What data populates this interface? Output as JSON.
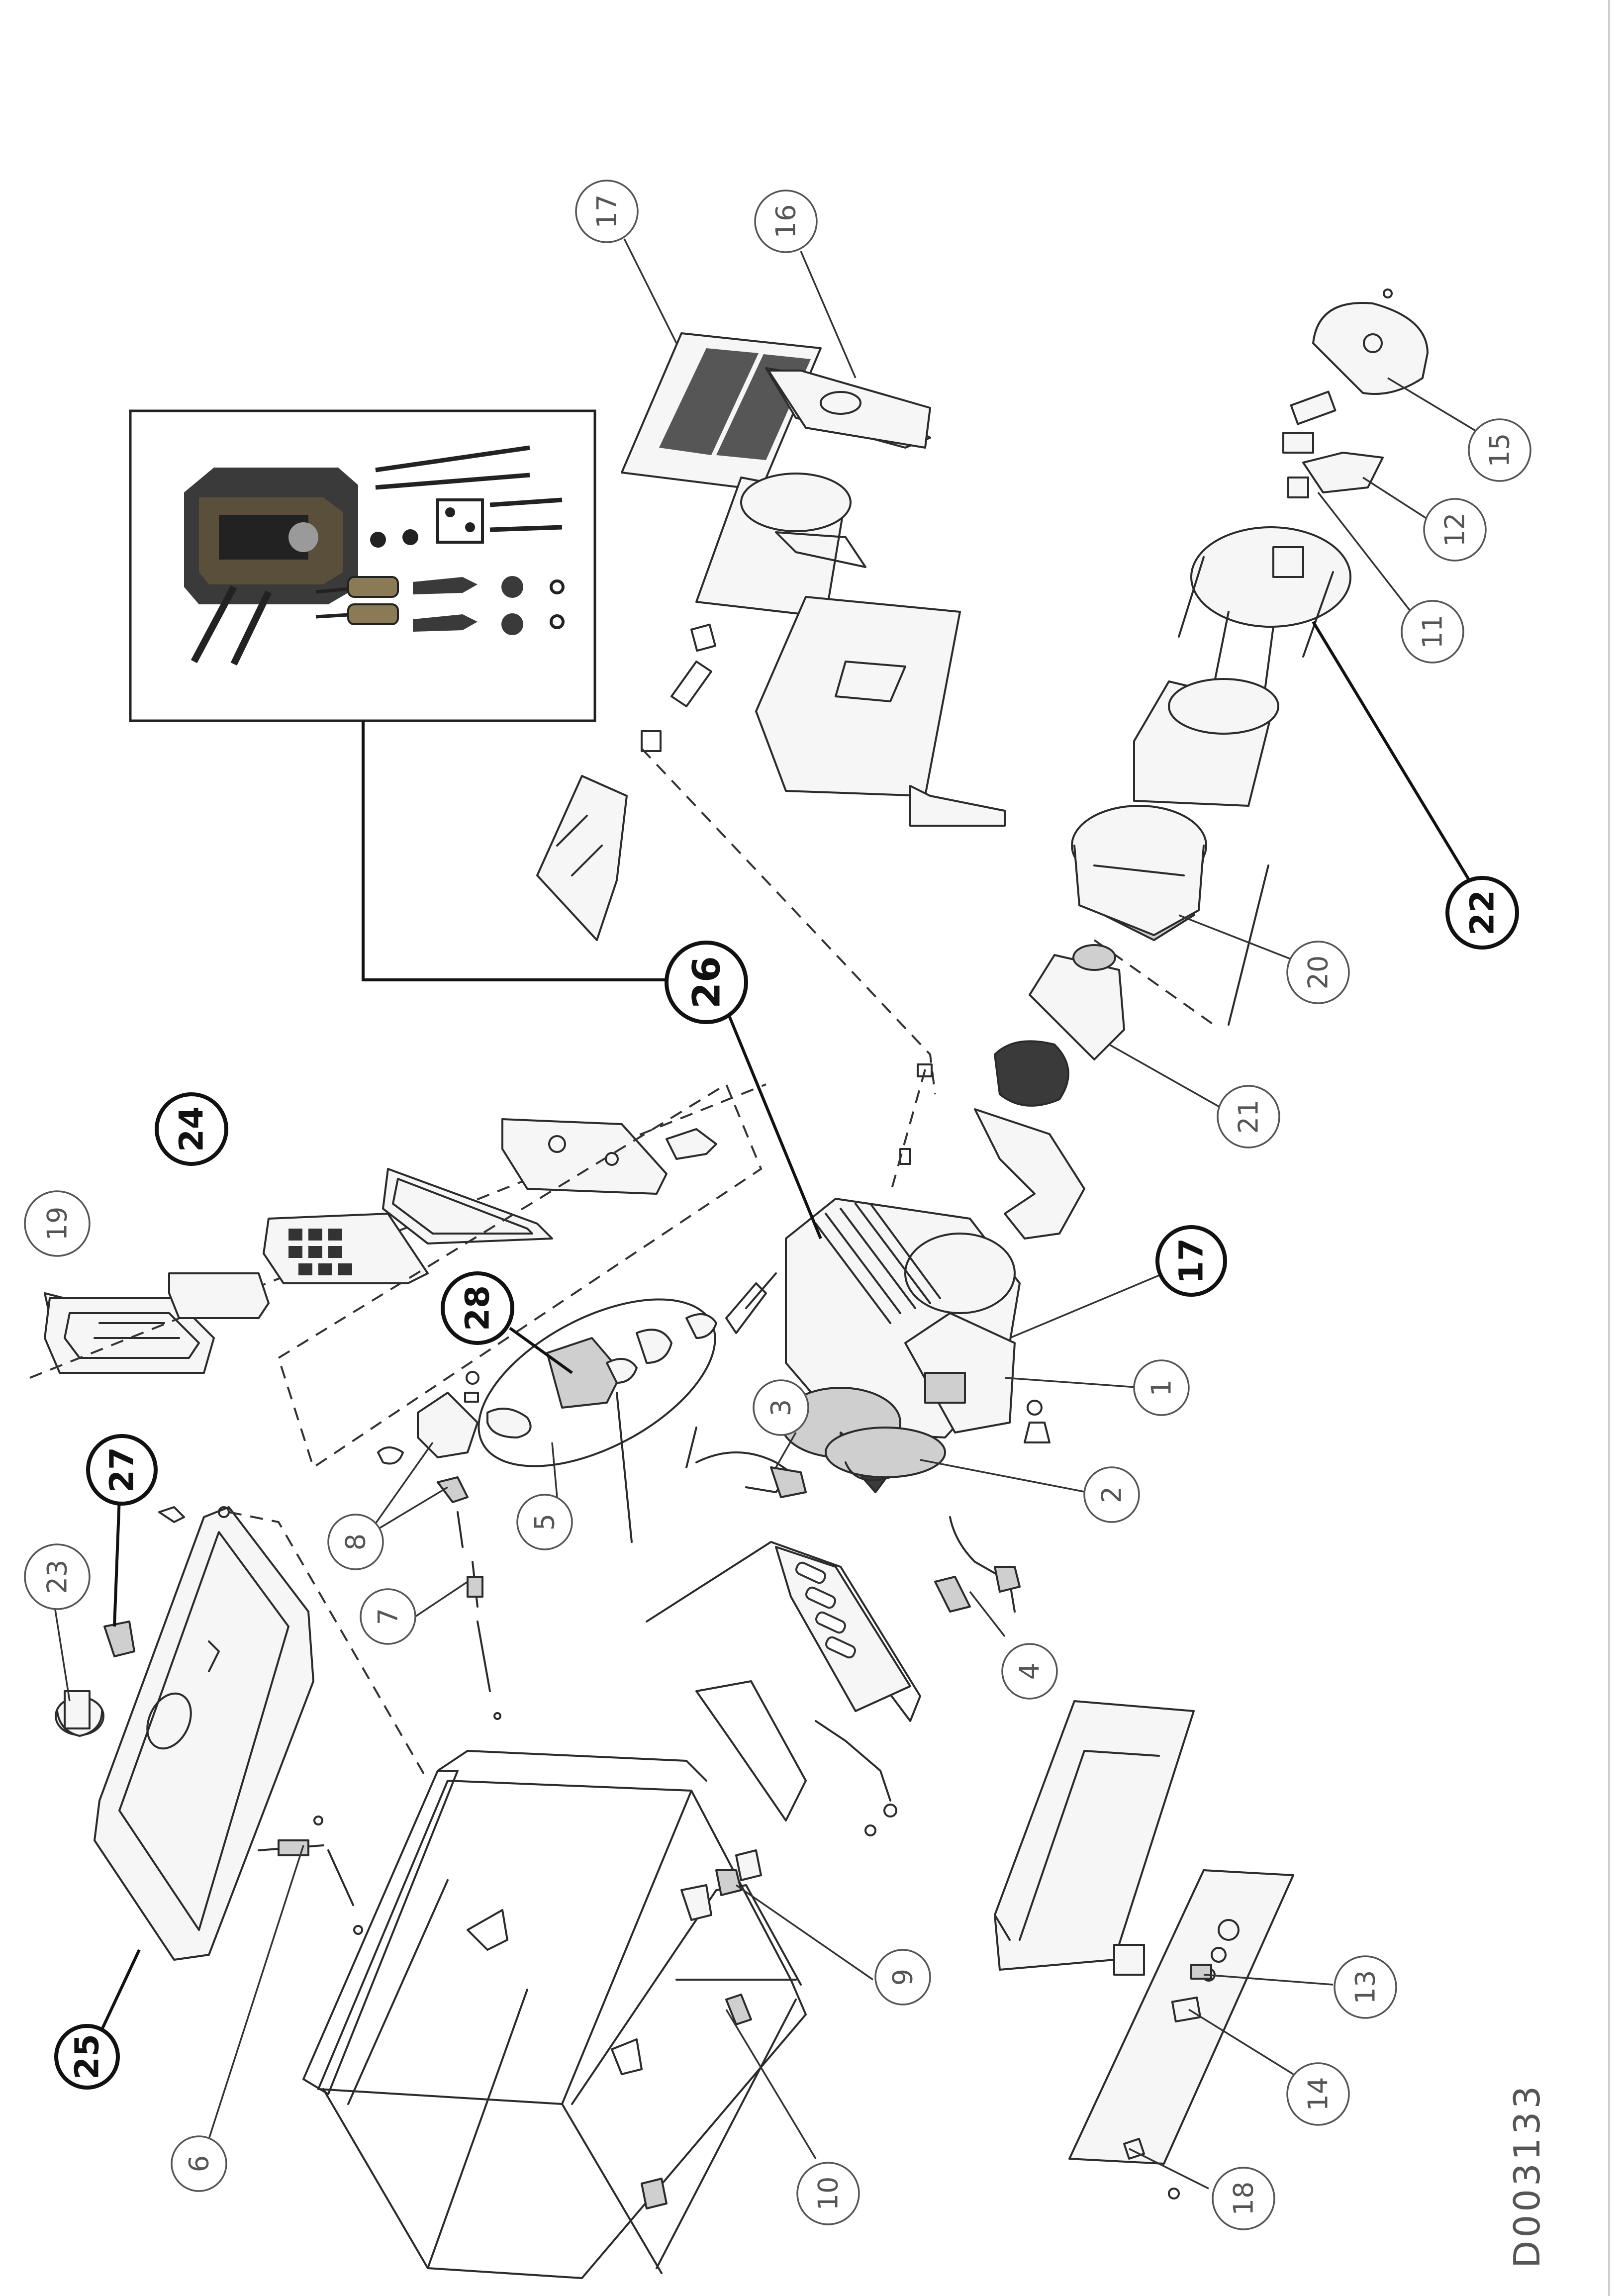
{
  "document_id": "D003133",
  "callouts": [
    {
      "label": "17",
      "style": "thin"
    },
    {
      "label": "16",
      "style": "thin"
    },
    {
      "label": "15",
      "style": "thin"
    },
    {
      "label": "12",
      "style": "thin"
    },
    {
      "label": "11",
      "style": "thin"
    },
    {
      "label": "22",
      "style": "bold"
    },
    {
      "label": "20",
      "style": "thin"
    },
    {
      "label": "21",
      "style": "thin"
    },
    {
      "label": "26",
      "style": "bold"
    },
    {
      "label": "17",
      "style": "bold"
    },
    {
      "label": "1",
      "style": "thin"
    },
    {
      "label": "2",
      "style": "thin"
    },
    {
      "label": "24",
      "style": "bold"
    },
    {
      "label": "19",
      "style": "thin"
    },
    {
      "label": "28",
      "style": "bold"
    },
    {
      "label": "3",
      "style": "thin"
    },
    {
      "label": "27",
      "style": "bold"
    },
    {
      "label": "23",
      "style": "thin"
    },
    {
      "label": "8",
      "style": "thin"
    },
    {
      "label": "5",
      "style": "thin"
    },
    {
      "label": "7",
      "style": "thin"
    },
    {
      "label": "4",
      "style": "thin"
    },
    {
      "label": "9",
      "style": "thin"
    },
    {
      "label": "25",
      "style": "bold"
    },
    {
      "label": "6",
      "style": "thin"
    },
    {
      "label": "10",
      "style": "thin"
    },
    {
      "label": "13",
      "style": "thin"
    },
    {
      "label": "14",
      "style": "thin"
    },
    {
      "label": "18",
      "style": "thin"
    }
  ]
}
